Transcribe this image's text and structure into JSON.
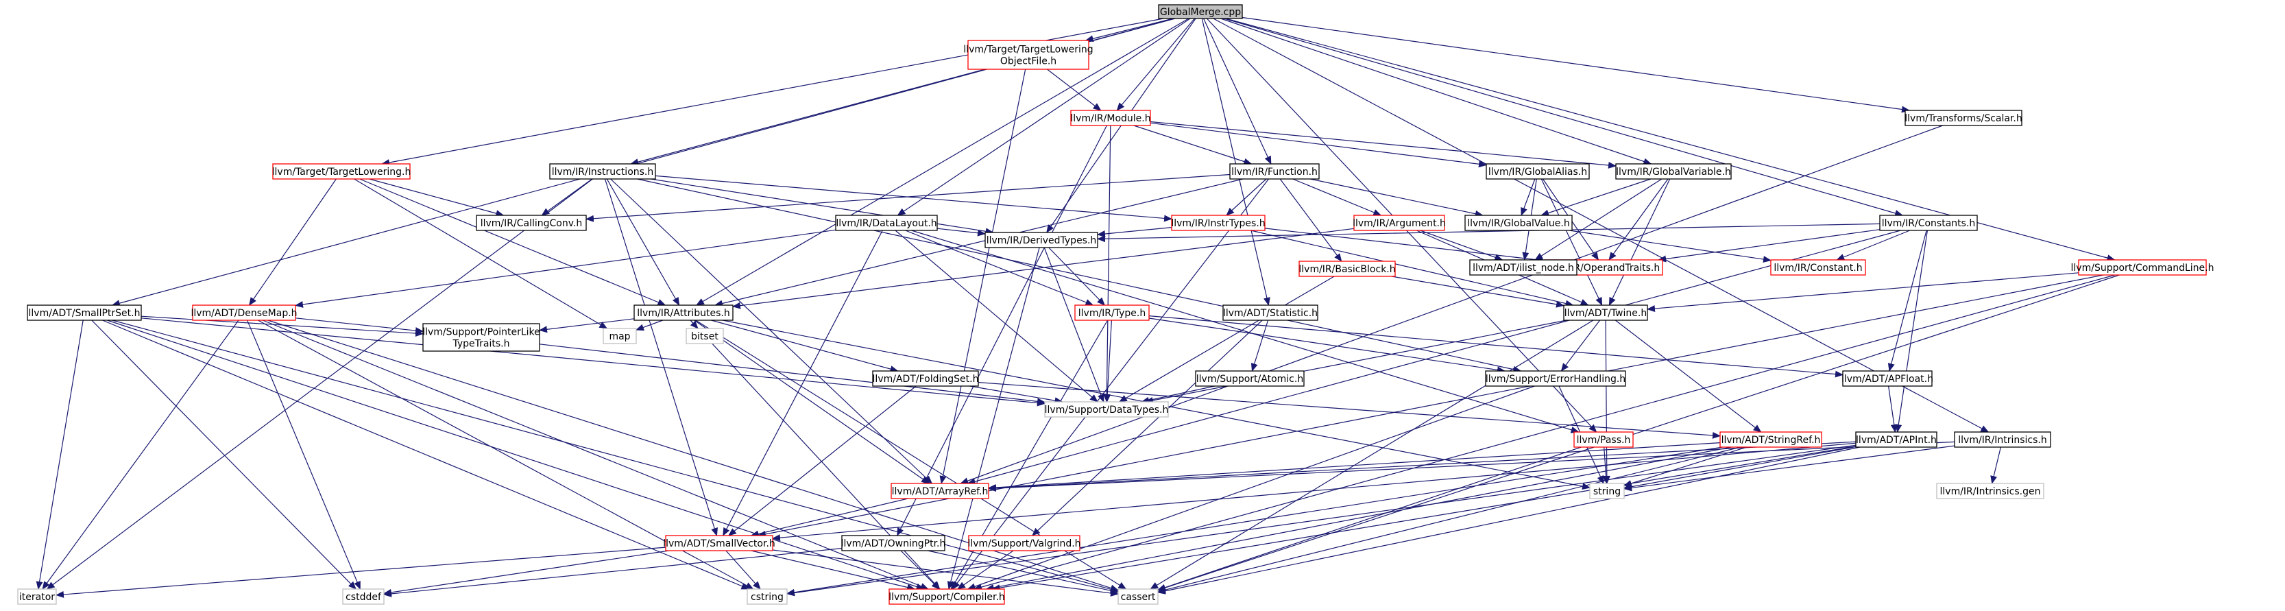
{
  "colors": {
    "edge": "#191970",
    "root_fill": "#bfbfbf",
    "node_fill": "#ffffff",
    "normal_border": "#000000",
    "truncated_border": "#ff0000",
    "external_border": "#bfbfbf",
    "external_text": "#555555"
  },
  "nodes": [
    {
      "id": "gm",
      "label": "GlobalMerge.cpp",
      "kind": "root"
    },
    {
      "id": "tlof",
      "label": "llvm/Target/TargetLowering\nObjectFile.h",
      "kind": "truncated"
    },
    {
      "id": "module",
      "label": "llvm/IR/Module.h",
      "kind": "truncated"
    },
    {
      "id": "scalar",
      "label": "llvm/Transforms/Scalar.h",
      "kind": "normal"
    },
    {
      "id": "tl",
      "label": "llvm/Target/TargetLowering.h",
      "kind": "truncated"
    },
    {
      "id": "instrs",
      "label": "llvm/IR/Instructions.h",
      "kind": "normal"
    },
    {
      "id": "function",
      "label": "llvm/IR/Function.h",
      "kind": "normal"
    },
    {
      "id": "galias",
      "label": "llvm/IR/GlobalAlias.h",
      "kind": "normal"
    },
    {
      "id": "gvar",
      "label": "llvm/IR/GlobalVariable.h",
      "kind": "normal"
    },
    {
      "id": "callconv",
      "label": "llvm/IR/CallingConv.h",
      "kind": "normal"
    },
    {
      "id": "datalayout",
      "label": "llvm/IR/DataLayout.h",
      "kind": "normal"
    },
    {
      "id": "instrtypes",
      "label": "llvm/IR/InstrTypes.h",
      "kind": "truncated"
    },
    {
      "id": "argument",
      "label": "llvm/IR/Argument.h",
      "kind": "truncated"
    },
    {
      "id": "gvalue",
      "label": "llvm/IR/GlobalValue.h",
      "kind": "normal"
    },
    {
      "id": "constants",
      "label": "llvm/IR/Constants.h",
      "kind": "normal"
    },
    {
      "id": "dertypes",
      "label": "llvm/IR/DerivedTypes.h",
      "kind": "normal"
    },
    {
      "id": "optraits",
      "label": "llvm/IR/OperandTraits.h",
      "kind": "truncated"
    },
    {
      "id": "ilistnode",
      "label": "llvm/ADT/ilist_node.h",
      "kind": "normal"
    },
    {
      "id": "constant",
      "label": "llvm/IR/Constant.h",
      "kind": "truncated"
    },
    {
      "id": "cmdline",
      "label": "llvm/Support/CommandLine.h",
      "kind": "truncated"
    },
    {
      "id": "bb",
      "label": "llvm/IR/BasicBlock.h",
      "kind": "truncated"
    },
    {
      "id": "smallptrset",
      "label": "llvm/ADT/SmallPtrSet.h",
      "kind": "normal"
    },
    {
      "id": "densemap",
      "label": "llvm/ADT/DenseMap.h",
      "kind": "truncated"
    },
    {
      "id": "attrs",
      "label": "llvm/IR/Attributes.h",
      "kind": "normal"
    },
    {
      "id": "type",
      "label": "llvm/IR/Type.h",
      "kind": "truncated"
    },
    {
      "id": "statistic",
      "label": "llvm/ADT/Statistic.h",
      "kind": "normal"
    },
    {
      "id": "twine",
      "label": "llvm/ADT/Twine.h",
      "kind": "normal"
    },
    {
      "id": "ptrlike",
      "label": "llvm/Support/PointerLike\nTypeTraits.h",
      "kind": "normal"
    },
    {
      "id": "map",
      "label": "map",
      "kind": "external"
    },
    {
      "id": "bitset",
      "label": "bitset",
      "kind": "external"
    },
    {
      "id": "foldingset",
      "label": "llvm/ADT/FoldingSet.h",
      "kind": "normal"
    },
    {
      "id": "atomic",
      "label": "llvm/Support/Atomic.h",
      "kind": "normal"
    },
    {
      "id": "errhandling",
      "label": "llvm/Support/ErrorHandling.h",
      "kind": "normal"
    },
    {
      "id": "apfloat",
      "label": "llvm/ADT/APFloat.h",
      "kind": "normal"
    },
    {
      "id": "datatypes",
      "label": "llvm/Support/DataTypes.h",
      "kind": "external"
    },
    {
      "id": "pass",
      "label": "llvm/Pass.h",
      "kind": "truncated"
    },
    {
      "id": "stringref",
      "label": "llvm/ADT/StringRef.h",
      "kind": "truncated"
    },
    {
      "id": "apint",
      "label": "llvm/ADT/APInt.h",
      "kind": "normal"
    },
    {
      "id": "intrinsics",
      "label": "llvm/IR/Intrinsics.h",
      "kind": "normal"
    },
    {
      "id": "string",
      "label": "string",
      "kind": "external"
    },
    {
      "id": "intrgen",
      "label": "llvm/IR/Intrinsics.gen",
      "kind": "external"
    },
    {
      "id": "arrayref",
      "label": "llvm/ADT/ArrayRef.h",
      "kind": "truncated"
    },
    {
      "id": "smallvec",
      "label": "llvm/ADT/SmallVector.h",
      "kind": "truncated"
    },
    {
      "id": "owningptr",
      "label": "llvm/ADT/OwningPtr.h",
      "kind": "normal"
    },
    {
      "id": "valgrind",
      "label": "llvm/Support/Valgrind.h",
      "kind": "truncated"
    },
    {
      "id": "iterator",
      "label": "iterator",
      "kind": "external"
    },
    {
      "id": "cstddef",
      "label": "cstddef",
      "kind": "external"
    },
    {
      "id": "cstring",
      "label": "cstring",
      "kind": "external"
    },
    {
      "id": "compiler",
      "label": "llvm/Support/Compiler.h",
      "kind": "truncated"
    },
    {
      "id": "cassert",
      "label": "cassert",
      "kind": "external"
    }
  ],
  "edges": [
    [
      "gm",
      "tlof"
    ],
    [
      "gm",
      "module"
    ],
    [
      "gm",
      "scalar"
    ],
    [
      "gm",
      "tl"
    ],
    [
      "gm",
      "instrs"
    ],
    [
      "gm",
      "function"
    ],
    [
      "gm",
      "gvar"
    ],
    [
      "gm",
      "datalayout"
    ],
    [
      "gm",
      "dertypes"
    ],
    [
      "gm",
      "constants"
    ],
    [
      "gm",
      "cmdline"
    ],
    [
      "gm",
      "smallptrset"
    ],
    [
      "gm",
      "attrs"
    ],
    [
      "gm",
      "statistic"
    ],
    [
      "gm",
      "pass"
    ],
    [
      "gm",
      "intrinsics"
    ],
    [
      "tlof",
      "module"
    ],
    [
      "tlof",
      "arrayref"
    ],
    [
      "module",
      "function"
    ],
    [
      "module",
      "galias"
    ],
    [
      "module",
      "gvar"
    ],
    [
      "module",
      "datatypes"
    ],
    [
      "module",
      "owningptr"
    ],
    [
      "scalar",
      "arrayref"
    ],
    [
      "tl",
      "callconv"
    ],
    [
      "tl",
      "densemap"
    ],
    [
      "tl",
      "attrs"
    ],
    [
      "tl",
      "map"
    ],
    [
      "instrs",
      "callconv"
    ],
    [
      "instrs",
      "attrs"
    ],
    [
      "instrs",
      "instrtypes"
    ],
    [
      "instrs",
      "dertypes"
    ],
    [
      "instrs",
      "arrayref"
    ],
    [
      "instrs",
      "smallvec"
    ],
    [
      "instrs",
      "iterator"
    ],
    [
      "instrs",
      "errhandling"
    ],
    [
      "function",
      "callconv"
    ],
    [
      "function",
      "argument"
    ],
    [
      "function",
      "bb"
    ],
    [
      "function",
      "gvalue"
    ],
    [
      "function",
      "attrs"
    ],
    [
      "function",
      "instrtypes"
    ],
    [
      "function",
      "compiler"
    ],
    [
      "galias",
      "gvalue"
    ],
    [
      "galias",
      "ilistnode"
    ],
    [
      "galias",
      "optraits"
    ],
    [
      "galias",
      "twine"
    ],
    [
      "gvar",
      "gvalue"
    ],
    [
      "gvar",
      "optraits"
    ],
    [
      "gvar",
      "ilistnode"
    ],
    [
      "gvar",
      "twine"
    ],
    [
      "datalayout",
      "dertypes"
    ],
    [
      "datalayout",
      "type"
    ],
    [
      "datalayout",
      "densemap"
    ],
    [
      "datalayout",
      "datatypes"
    ],
    [
      "datalayout",
      "smallvec"
    ],
    [
      "datalayout",
      "pass"
    ],
    [
      "instrtypes",
      "dertypes"
    ],
    [
      "instrtypes",
      "optraits"
    ],
    [
      "instrtypes",
      "twine"
    ],
    [
      "argument",
      "attrs"
    ],
    [
      "argument",
      "twine"
    ],
    [
      "argument",
      "ilistnode"
    ],
    [
      "gvalue",
      "constant"
    ],
    [
      "constants",
      "dertypes"
    ],
    [
      "constants",
      "optraits"
    ],
    [
      "constants",
      "constant"
    ],
    [
      "constants",
      "apfloat"
    ],
    [
      "constants",
      "apint"
    ],
    [
      "constants",
      "arrayref"
    ],
    [
      "dertypes",
      "type"
    ],
    [
      "dertypes",
      "datatypes"
    ],
    [
      "dertypes",
      "compiler"
    ],
    [
      "cmdline",
      "twine"
    ],
    [
      "cmdline",
      "smallvec"
    ],
    [
      "cmdline",
      "compiler"
    ],
    [
      "cmdline",
      "cassert"
    ],
    [
      "bb",
      "twine"
    ],
    [
      "bb",
      "datatypes"
    ],
    [
      "smallptrset",
      "ptrlike"
    ],
    [
      "smallptrset",
      "datatypes"
    ],
    [
      "smallptrset",
      "compiler"
    ],
    [
      "smallptrset",
      "iterator"
    ],
    [
      "smallptrset",
      "cstddef"
    ],
    [
      "smallptrset",
      "cstring"
    ],
    [
      "smallptrset",
      "cassert"
    ],
    [
      "densemap",
      "ptrlike"
    ],
    [
      "densemap",
      "iterator"
    ],
    [
      "densemap",
      "cstddef"
    ],
    [
      "densemap",
      "cassert"
    ],
    [
      "densemap",
      "compiler"
    ],
    [
      "densemap",
      "cstring"
    ],
    [
      "attrs",
      "ptrlike"
    ],
    [
      "attrs",
      "map"
    ],
    [
      "attrs",
      "bitset"
    ],
    [
      "attrs",
      "foldingset"
    ],
    [
      "attrs",
      "arrayref"
    ],
    [
      "attrs",
      "compiler"
    ],
    [
      "attrs",
      "cassert"
    ],
    [
      "attrs",
      "string"
    ],
    [
      "type",
      "datatypes"
    ],
    [
      "type",
      "errhandling"
    ],
    [
      "type",
      "apfloat"
    ],
    [
      "type",
      "compiler"
    ],
    [
      "statistic",
      "atomic"
    ],
    [
      "statistic",
      "valgrind"
    ],
    [
      "twine",
      "stringref"
    ],
    [
      "twine",
      "datatypes"
    ],
    [
      "twine",
      "errhandling"
    ],
    [
      "twine",
      "string"
    ],
    [
      "twine",
      "cassert"
    ],
    [
      "ptrlike",
      "datatypes"
    ],
    [
      "foldingset",
      "smallvec"
    ],
    [
      "foldingset",
      "stringref"
    ],
    [
      "foldingset",
      "datatypes"
    ],
    [
      "atomic",
      "datatypes"
    ],
    [
      "errhandling",
      "string"
    ],
    [
      "errhandling",
      "compiler"
    ],
    [
      "apfloat",
      "apint"
    ],
    [
      "pass",
      "string"
    ],
    [
      "pass",
      "cassert"
    ],
    [
      "stringref",
      "string"
    ],
    [
      "stringref",
      "compiler"
    ],
    [
      "stringref",
      "cstring"
    ],
    [
      "stringref",
      "cassert"
    ],
    [
      "stringref",
      "arrayref"
    ],
    [
      "apint",
      "arrayref"
    ],
    [
      "apint",
      "string"
    ],
    [
      "apint",
      "compiler"
    ],
    [
      "apint",
      "cassert"
    ],
    [
      "apint",
      "cstring"
    ],
    [
      "apint",
      "smallvec"
    ],
    [
      "intrinsics",
      "arrayref"
    ],
    [
      "intrinsics",
      "string"
    ],
    [
      "intrinsics",
      "intrgen"
    ],
    [
      "arrayref",
      "smallvec"
    ],
    [
      "smallvec",
      "iterator"
    ],
    [
      "smallvec",
      "cstddef"
    ],
    [
      "smallvec",
      "cstring"
    ],
    [
      "smallvec",
      "compiler"
    ],
    [
      "smallvec",
      "cassert"
    ],
    [
      "owningptr",
      "compiler"
    ],
    [
      "owningptr",
      "cassert"
    ],
    [
      "owningptr",
      "cstddef"
    ],
    [
      "valgrind",
      "compiler"
    ]
  ]
}
